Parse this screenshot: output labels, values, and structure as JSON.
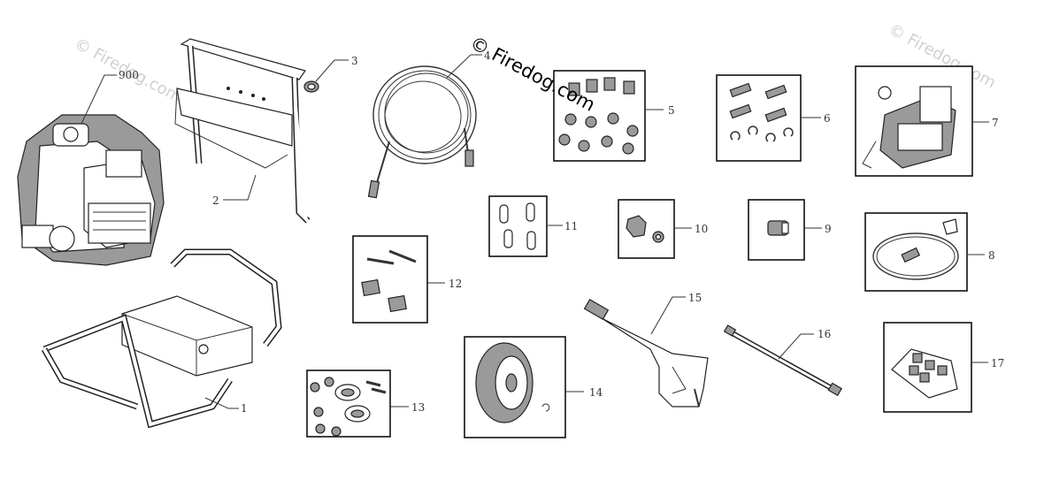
{
  "watermarks": {
    "main": "© Firedog.com",
    "faint_left": "© Firedog.com",
    "faint_right": "© Firedog.com"
  },
  "colors": {
    "line": "#333333",
    "background": "#ffffff",
    "watermark": "#d0d0d0"
  },
  "callouts": [
    {
      "id": "engine",
      "label": "900"
    },
    {
      "id": "handle-frame",
      "label": "2"
    },
    {
      "id": "grommet",
      "label": "3"
    },
    {
      "id": "hose",
      "label": "4"
    },
    {
      "id": "mount-kit",
      "label": "5"
    },
    {
      "id": "bolt-kit",
      "label": "6"
    },
    {
      "id": "pump",
      "label": "7"
    },
    {
      "id": "thermal-kit",
      "label": "8"
    },
    {
      "id": "coupler",
      "label": "9"
    },
    {
      "id": "adapter",
      "label": "10"
    },
    {
      "id": "pins",
      "label": "11"
    },
    {
      "id": "handle-hardware",
      "label": "12"
    },
    {
      "id": "axle-hardware",
      "label": "13"
    },
    {
      "id": "wheel",
      "label": "14"
    },
    {
      "id": "gun",
      "label": "15"
    },
    {
      "id": "wand",
      "label": "16"
    },
    {
      "id": "nozzles",
      "label": "17"
    },
    {
      "id": "base-frame",
      "label": "1"
    }
  ]
}
